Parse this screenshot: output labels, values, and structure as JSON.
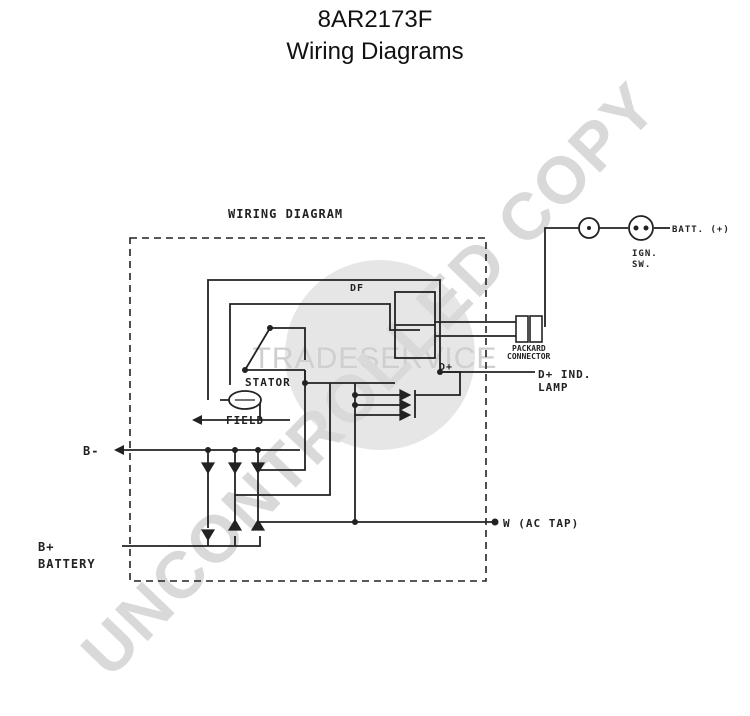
{
  "header": {
    "part_number": "8AR2173F",
    "subtitle": "Wiring Diagrams"
  },
  "diagram": {
    "heading": "WIRING DIAGRAM",
    "labels": {
      "df": "DF",
      "stator": "STATOR",
      "field": "FIELD",
      "d_plus": "D+",
      "b_minus": "B-",
      "b_plus": "B+",
      "battery": "BATTERY",
      "batt_plus": "BATT. (+)",
      "ign": "IGN.",
      "sw": "SW.",
      "packard": "PACKARD",
      "connector": "CONNECTOR",
      "d_plus_ind": "D+ IND.",
      "lamp": "LAMP",
      "ac_tap": "W (AC TAP)"
    }
  },
  "watermarks": {
    "diagonal": "UNCONTROLLED COPY",
    "center": "TRADESERVICE"
  },
  "colors": {
    "line": "#222222",
    "watermark": "#d6d6d6",
    "watermark_circle": "#e4e4e4"
  }
}
